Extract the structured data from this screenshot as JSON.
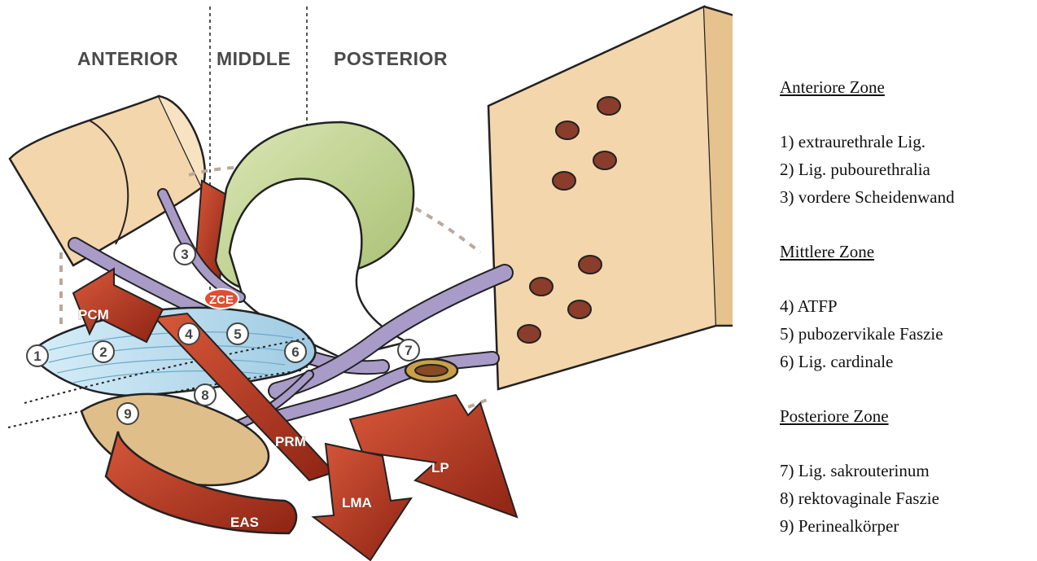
{
  "figure": {
    "zones": [
      "ANTERIOR",
      "MIDDLE",
      "POSTERIOR"
    ],
    "numbers": [
      "1",
      "2",
      "3",
      "4",
      "5",
      "6",
      "7",
      "8",
      "9"
    ],
    "muscles": {
      "pcm": "PCM",
      "zce": "ZCE",
      "prm": "PRM",
      "eas": "EAS",
      "lma": "LMA",
      "lp": "LP"
    }
  },
  "legend": {
    "anterior": {
      "heading": "Anteriore Zone",
      "items": [
        "1) extraurethrale Lig.",
        "2) Lig. pubourethralia",
        "3) vordere Scheidenwand"
      ]
    },
    "middle": {
      "heading": "Mittlere Zone",
      "items": [
        "4) ATFP",
        "5) pubozervikale Faszie",
        "6) Lig. cardinale"
      ]
    },
    "posterior": {
      "heading": "Posteriore Zone",
      "items": [
        "7) Lig. sakrouterinum",
        "8) rektovaginale Faszie",
        "9) Perinealkörper"
      ]
    }
  },
  "colors": {
    "bone": "#f3d6ab",
    "bladder": "#c7d89a",
    "ligament": "#a99bc7",
    "fascia": "#bfe0ef",
    "muscle": "#b63a22",
    "perineal": "#e0be8a"
  }
}
